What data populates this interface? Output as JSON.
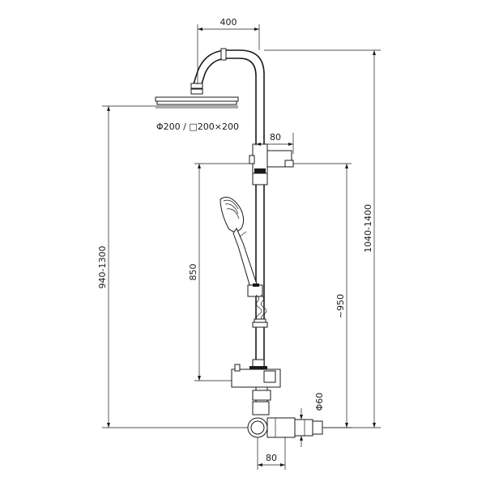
{
  "drawing": {
    "dimensions": {
      "arm_projection": "400",
      "head_size": "Φ200 / □200×200",
      "holder_projection": "80",
      "overall_height": "1040-1400",
      "head_height": "940-1300",
      "slide_height": "850",
      "spout_height": "~950",
      "body_diameter": "Φ60",
      "body_width": "80"
    }
  }
}
